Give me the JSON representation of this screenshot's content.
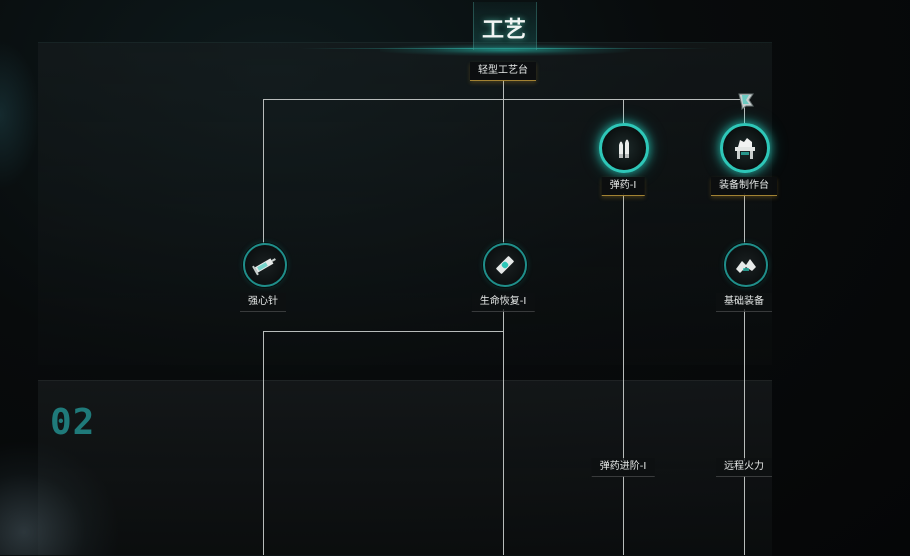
{
  "header": {
    "title": "工艺"
  },
  "tier": {
    "number": "02"
  },
  "nodes": {
    "root": {
      "label": "轻型工艺台",
      "icon": "workbench-icon"
    },
    "ammo1": {
      "label": "弹药-I",
      "icon": "bullets-icon"
    },
    "equip_bench": {
      "label": "装备制作台",
      "icon": "crafting-table-icon"
    },
    "stimulant": {
      "label": "强心针",
      "icon": "syringe-icon"
    },
    "heal1": {
      "label": "生命恢复-I",
      "icon": "medkit-icon"
    },
    "basic_gear": {
      "label": "基础装备",
      "icon": "gear-armor-icon"
    },
    "ammo_adv": {
      "label": "弹药进阶-I"
    },
    "ranged_fire": {
      "label": "远程火力"
    }
  },
  "colors": {
    "accent": "#2ec7b8",
    "ring": "#1f8e8a",
    "tier_number": "#1f7a7a",
    "gold": "#c8a03c",
    "wire": "#b8bcbb"
  },
  "pin_icon": "pin-flag-icon"
}
